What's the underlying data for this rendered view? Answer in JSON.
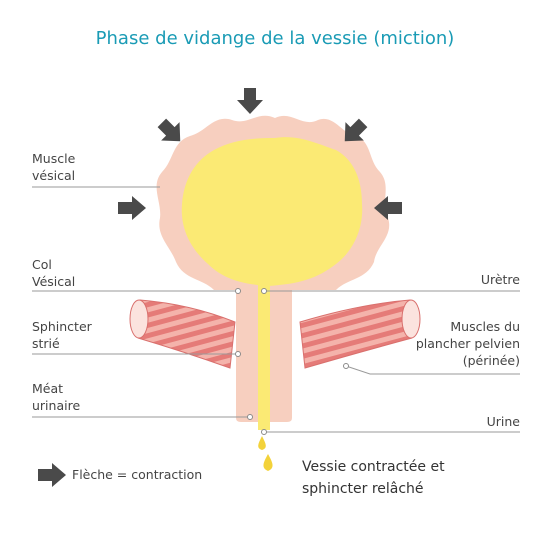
{
  "title": "Phase de vidange de la vessie (miction)",
  "labels": {
    "muscle_vesical": [
      "Muscle",
      "vésical"
    ],
    "col_vesical": [
      "Col",
      "Vésical"
    ],
    "sphincter_strie": [
      "Sphincter",
      "strié"
    ],
    "meat_urinaire": [
      "Méat",
      "urinaire"
    ],
    "uretre": "Urètre",
    "muscles_plancher": [
      "Muscles du",
      "plancher pelvien",
      "(périnée)"
    ],
    "urine": "Urine"
  },
  "summary": [
    "Vessie contractée et",
    "sphincter relâché"
  ],
  "legend": "Flèche = contraction",
  "colors": {
    "title": "#1a9bb5",
    "bladder_wall": "#f7cfbf",
    "urine": "#fbea74",
    "muscle": "#e87f7c",
    "muscle_light": "#f6c4be",
    "arrow": "#4a4a4a",
    "leader_line": "#9a9a9a"
  }
}
